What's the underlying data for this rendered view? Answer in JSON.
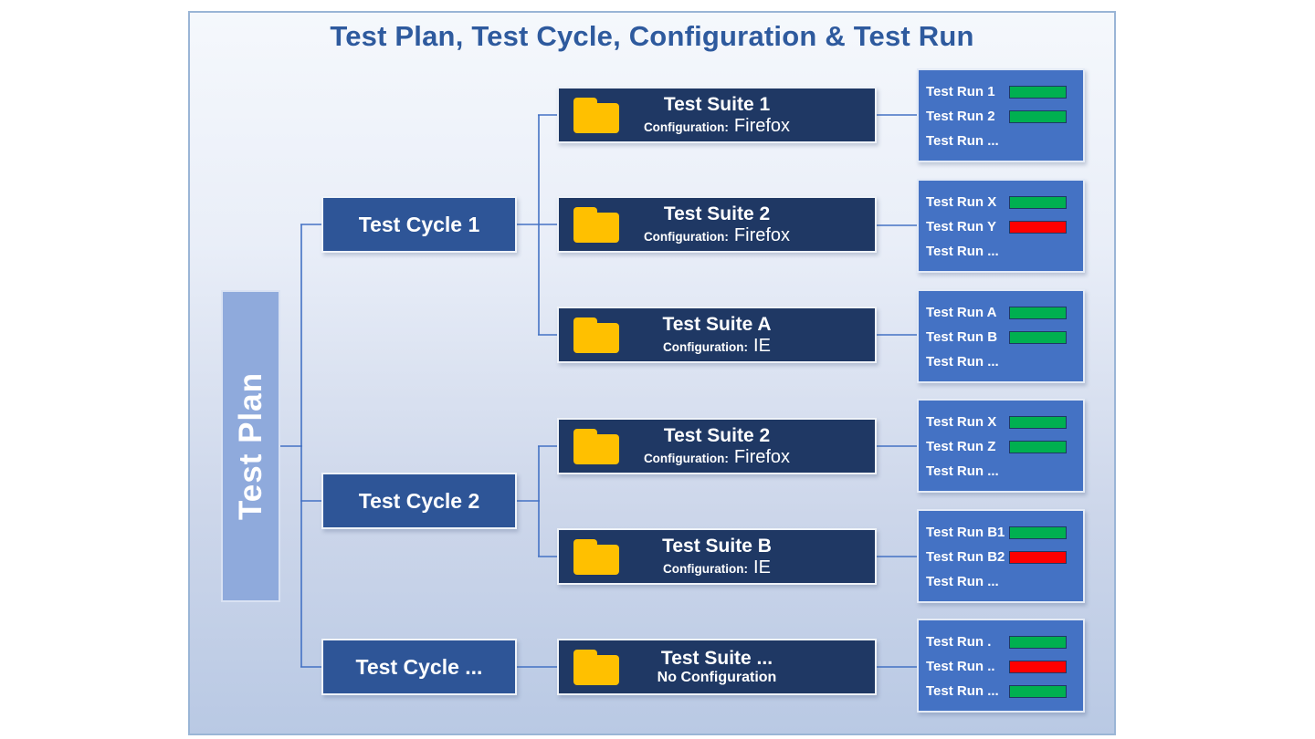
{
  "title": "Test Plan, Test Cycle, Configuration & Test Run",
  "colors": {
    "title_text": "#2e5a9e",
    "canvas_border": "#9ab5d6",
    "canvas_bg_top": "#f5f8fc",
    "canvas_bg_bottom": "#b9c9e4",
    "plan_fill": "#8faadc",
    "cycle_fill": "#2e5597",
    "suite_fill": "#1f3864",
    "panel_fill": "#4472c4",
    "folder_icon": "#ffc000",
    "connector": "#4472c4",
    "status_pass": "#00b050",
    "status_fail": "#ff0000"
  },
  "plan": {
    "label": "Test Plan"
  },
  "cycles": [
    {
      "label": "Test Cycle 1"
    },
    {
      "label": "Test Cycle 2"
    },
    {
      "label": "Test Cycle ..."
    }
  ],
  "suites": [
    {
      "title": "Test Suite 1",
      "config_prefix": "Configuration:",
      "config_value": "Firefox"
    },
    {
      "title": "Test Suite 2",
      "config_prefix": "Configuration:",
      "config_value": "Firefox"
    },
    {
      "title": "Test Suite A",
      "config_prefix": "Configuration:",
      "config_value": "IE"
    },
    {
      "title": "Test Suite 2",
      "config_prefix": "Configuration:",
      "config_value": "Firefox"
    },
    {
      "title": "Test Suite B",
      "config_prefix": "Configuration:",
      "config_value": "IE"
    },
    {
      "title": "Test Suite ...",
      "config_prefix": "No Configuration",
      "config_value": ""
    }
  ],
  "run_panels": [
    {
      "runs": [
        {
          "label": "Test Run 1",
          "status": "pass"
        },
        {
          "label": "Test Run 2",
          "status": "pass"
        },
        {
          "label": "Test Run ...",
          "status": "none"
        }
      ]
    },
    {
      "runs": [
        {
          "label": "Test Run X",
          "status": "pass"
        },
        {
          "label": "Test Run Y",
          "status": "fail"
        },
        {
          "label": "Test Run ...",
          "status": "none"
        }
      ]
    },
    {
      "runs": [
        {
          "label": "Test Run A",
          "status": "pass"
        },
        {
          "label": "Test Run B",
          "status": "pass"
        },
        {
          "label": "Test Run ...",
          "status": "none"
        }
      ]
    },
    {
      "runs": [
        {
          "label": "Test Run X",
          "status": "pass"
        },
        {
          "label": "Test Run Z",
          "status": "pass"
        },
        {
          "label": "Test Run ...",
          "status": "none"
        }
      ]
    },
    {
      "runs": [
        {
          "label": "Test Run B1",
          "status": "pass"
        },
        {
          "label": "Test Run B2",
          "status": "fail"
        },
        {
          "label": "Test Run ...",
          "status": "none"
        }
      ]
    },
    {
      "runs": [
        {
          "label": "Test Run .",
          "status": "pass"
        },
        {
          "label": "Test Run ..",
          "status": "fail"
        },
        {
          "label": "Test Run ...",
          "status": "pass"
        }
      ]
    }
  ]
}
